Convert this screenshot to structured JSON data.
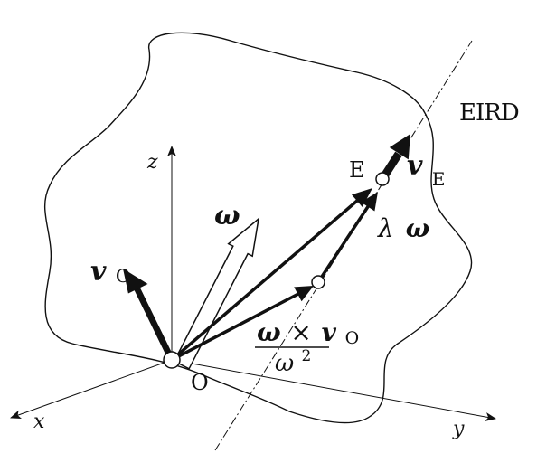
{
  "labels": {
    "region": "EIRD",
    "axis_x": "x",
    "axis_y": "y",
    "axis_z": "z",
    "origin": "O",
    "point_e": "E",
    "omega": "ω",
    "lambda_omega_l": "λ",
    "lambda_omega_w": "ω",
    "v_o_main": "v",
    "v_o_sub": "O",
    "v_e_main": "v",
    "v_e_sub": "E",
    "frac_num_w": "ω",
    "frac_num_x": "×",
    "frac_num_v": "v",
    "frac_num_sub": "O",
    "frac_den_w": "ω",
    "frac_den_exp": "2"
  }
}
